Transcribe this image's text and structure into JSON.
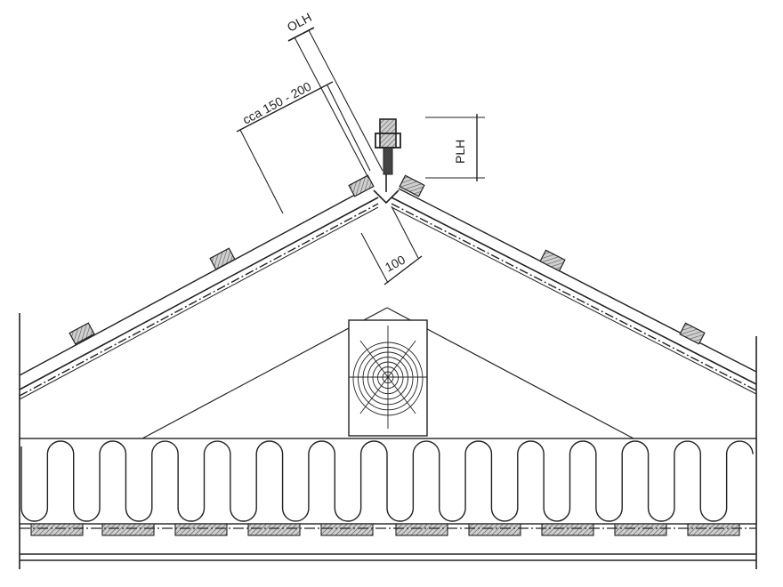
{
  "diagram": {
    "labels": {
      "olh": "OLH",
      "range": "cca 150 - 200",
      "plh": "PLH",
      "dim_100": "100"
    },
    "colors": {
      "line": "#222222",
      "hatch": "#555555",
      "batten_fill": "#bdbdbd",
      "background": "#ffffff"
    }
  }
}
